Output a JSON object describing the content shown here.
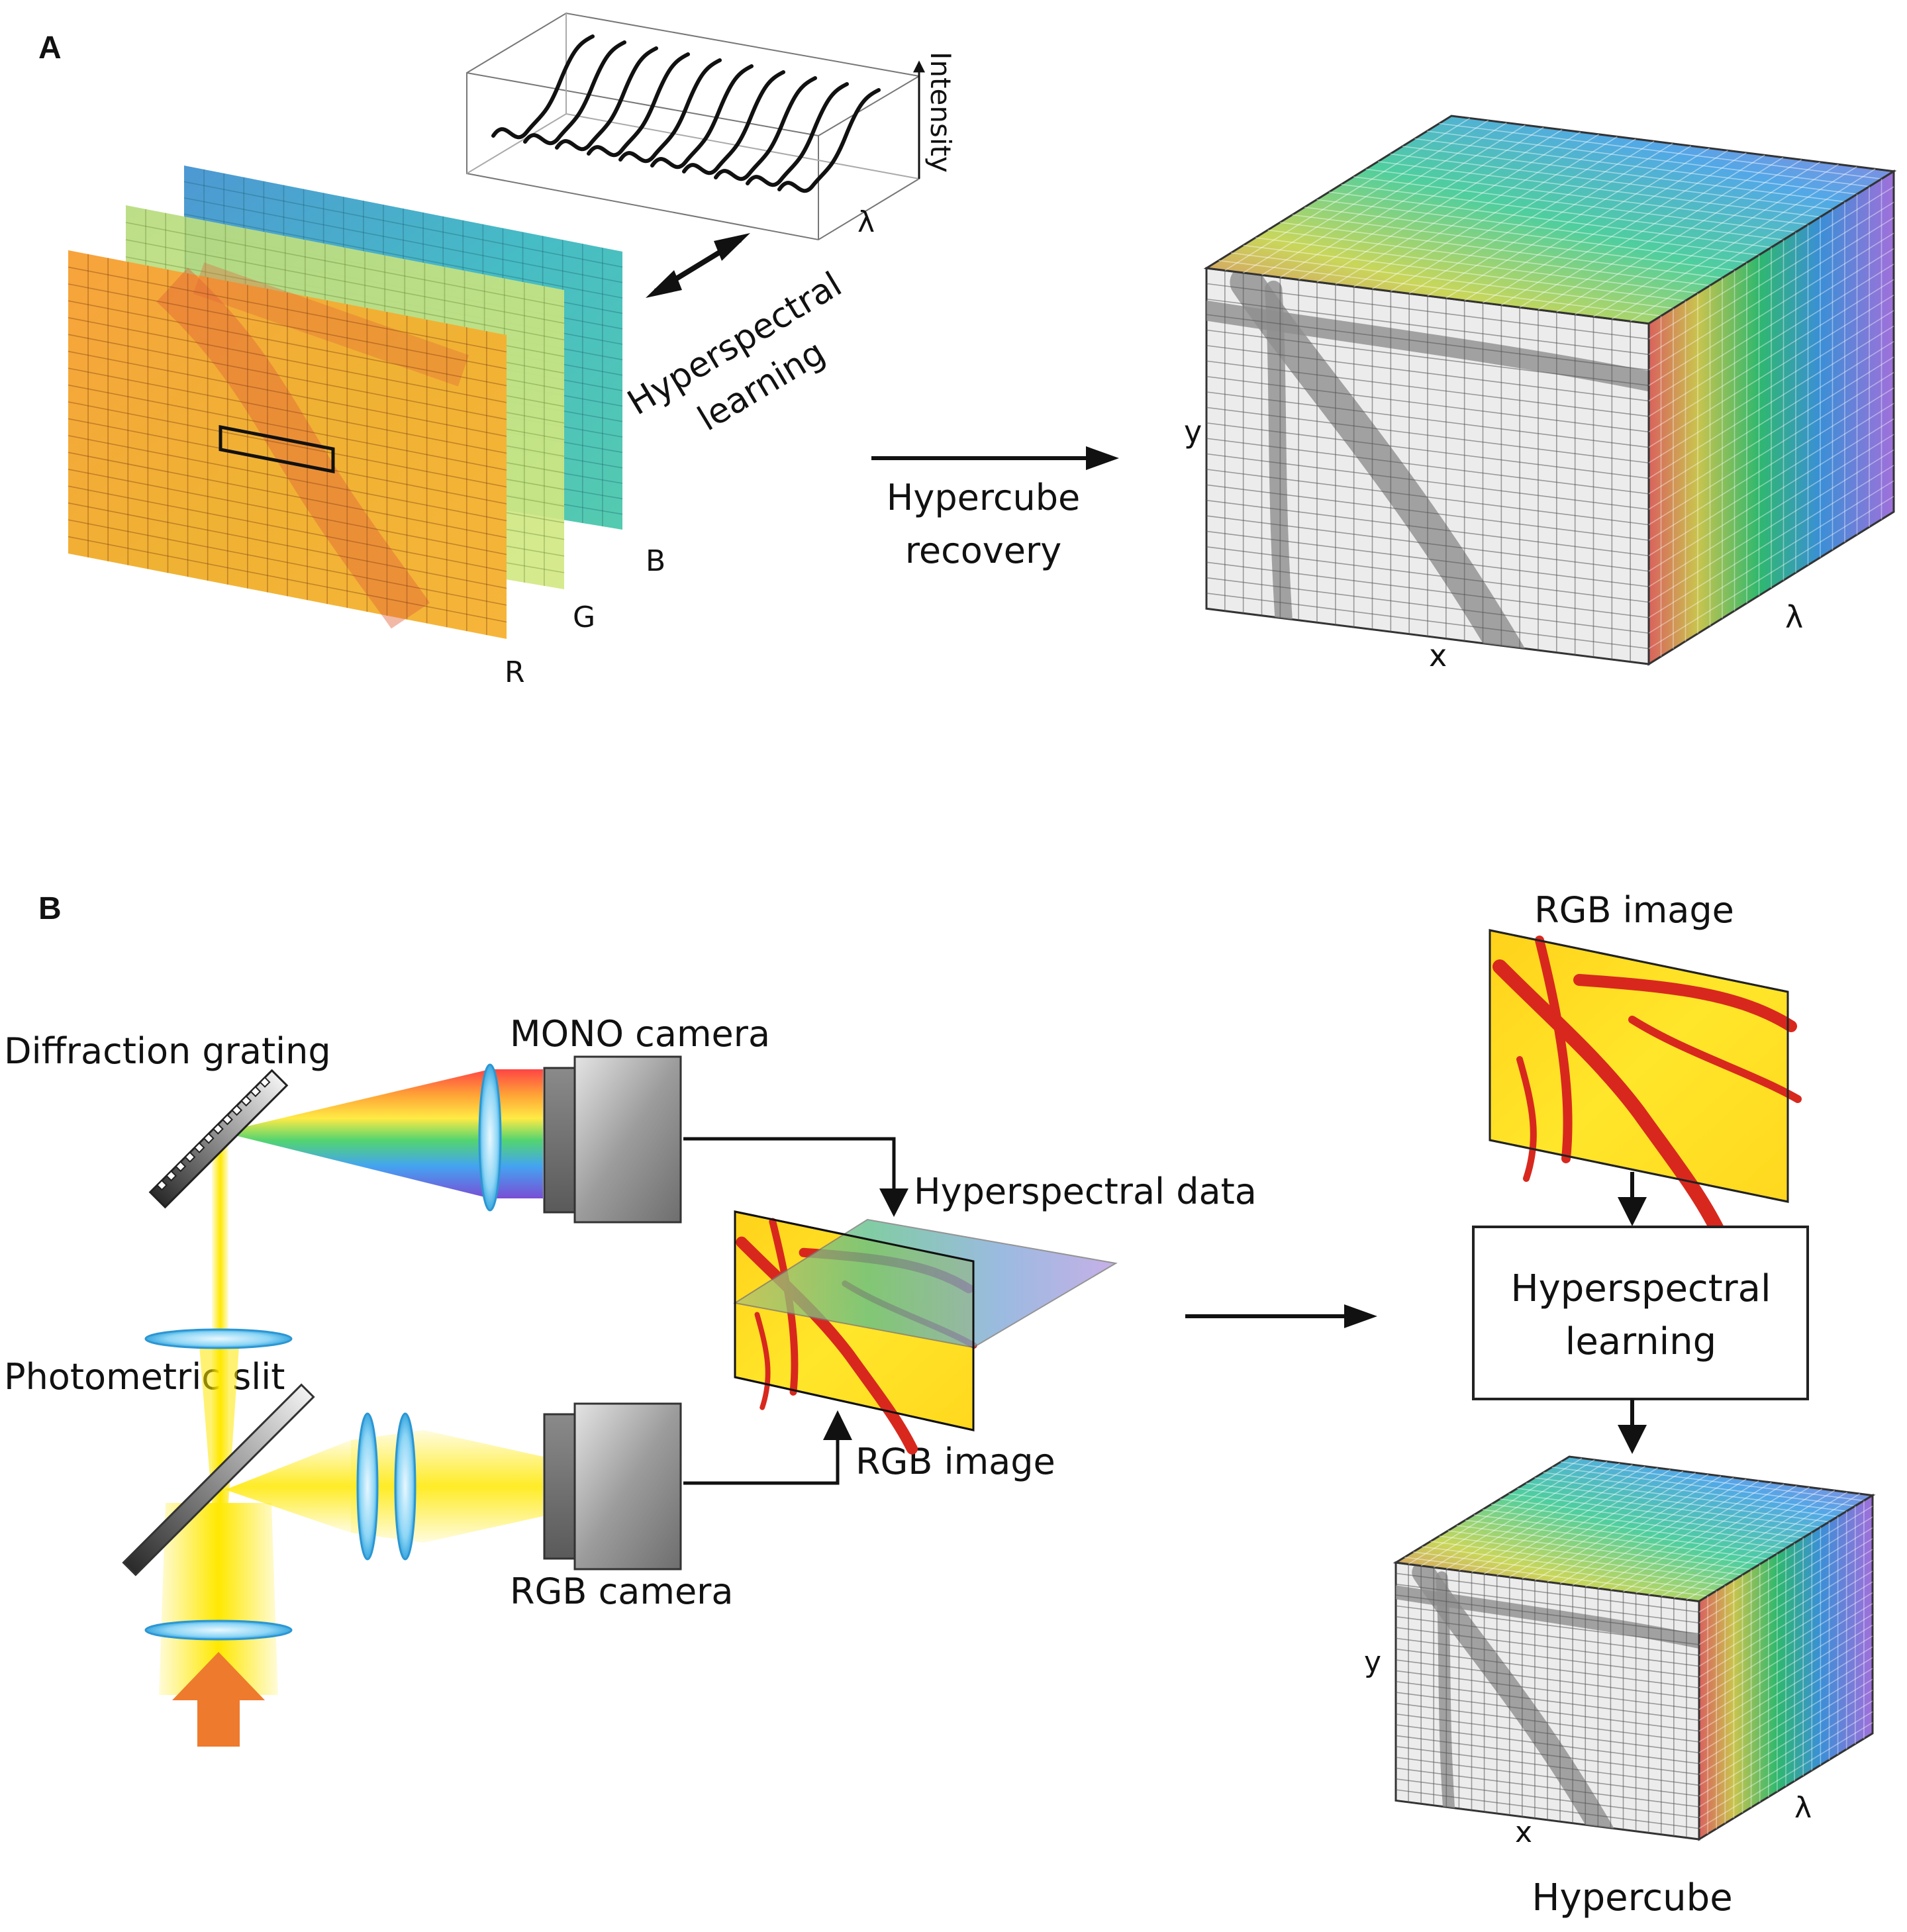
{
  "panel_a": {
    "letter": "A",
    "spectra_axis_intensity": "Intensity",
    "spectra_axis_lambda": "λ",
    "hs_learning_line1": "Hyperspectral",
    "hs_learning_line2": "learning",
    "channel_b": "B",
    "channel_g": "G",
    "channel_r": "R",
    "recovery_line1": "Hypercube",
    "recovery_line2": "recovery",
    "cube_y": "y",
    "cube_x": "x",
    "cube_lambda": "λ"
  },
  "panel_b": {
    "letter": "B",
    "diffraction_grating": "Diffraction grating",
    "mono_camera": "MONO camera",
    "hyperspectral_data": "Hyperspectral  data",
    "photometric_slit": "Photometric slit",
    "rgb_image_mid": "RGB image",
    "rgb_camera": "RGB camera",
    "rgb_image_top": "RGB image",
    "hs_learning_line1": "Hyperspectral",
    "hs_learning_line2": "learning",
    "cube_y": "y",
    "cube_x": "x",
    "cube_lambda": "λ",
    "hypercube": "Hypercube"
  },
  "colors": {
    "r_layer": "#F2A03A",
    "g_layer": "#C8E07A",
    "b_layer": "#39B8B4",
    "vessel_red": "#D8281E",
    "light_yellow": "#FFE800",
    "lens_blue": "#4FB8E8",
    "source_orange": "#EE7A2E"
  }
}
